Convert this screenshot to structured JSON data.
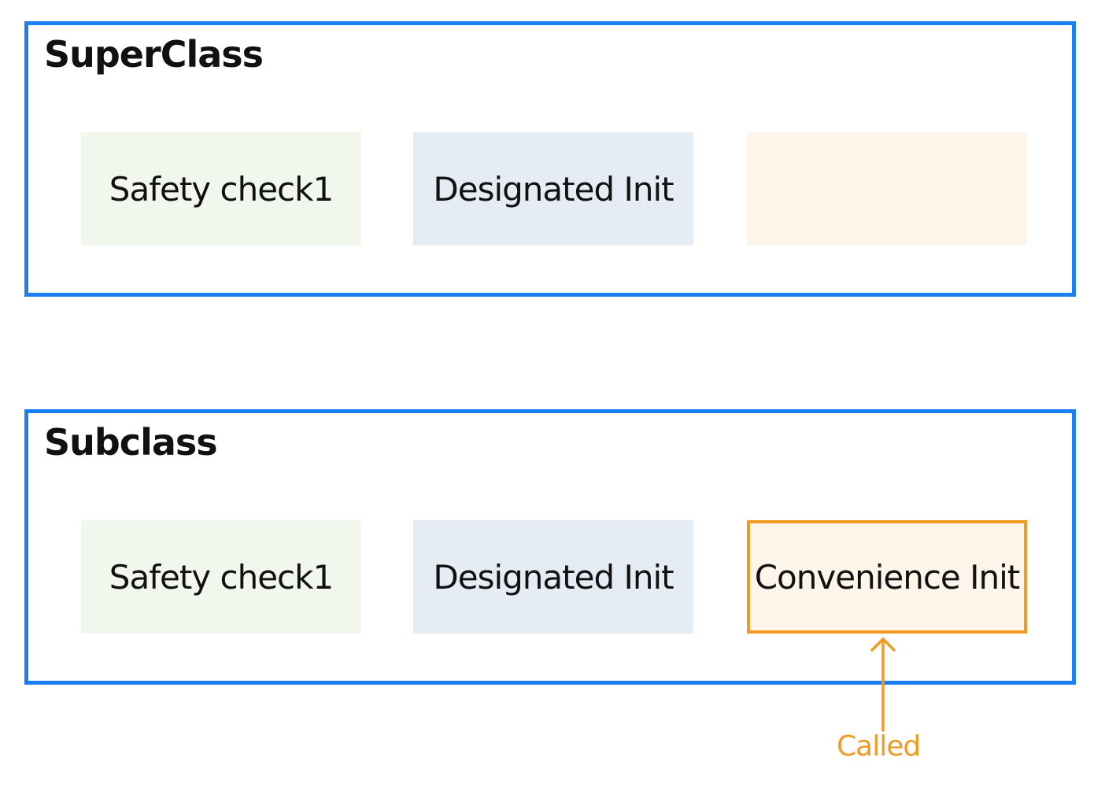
{
  "colors": {
    "frame": "#1a7ff0",
    "safety_fill": "#f1f7ec",
    "designated_fill": "#e6ecf4",
    "convenience_fill": "#fdf4ea",
    "highlight": "#f29b24"
  },
  "superclass": {
    "title": "SuperClass",
    "cells": {
      "safety": "Safety check1",
      "designated": "Designated Init",
      "convenience": ""
    }
  },
  "subclass": {
    "title": "Subclass",
    "cells": {
      "safety": "Safety check1",
      "designated": "Designated Init",
      "convenience": "Convenience Init"
    }
  },
  "annotation": {
    "label": "Called",
    "target": "subclass-convenience-init",
    "icon": "arrow-up-icon"
  }
}
